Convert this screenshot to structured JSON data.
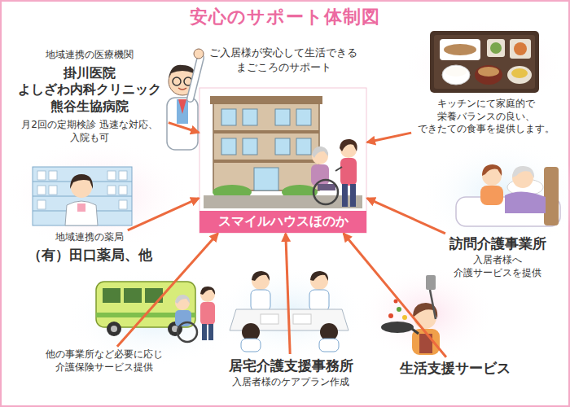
{
  "diagram": {
    "title": "安心のサポート体制図",
    "nodes": [
      {
        "text": [
          "地域連携の医療機関",
          "掛川医院 よしざわ内科クリニック 熊谷生協病院",
          "月2回の定期検診 迅速な対応、入院も可"
        ]
      },
      {
        "text": [
          "キッチンにて家庭的で 栄養バランスの良い、できたての食事を提供します。"
        ]
      },
      {
        "text": [
          "スマイルハウスほのか"
        ]
      },
      {
        "text": [
          "地域連携の薬局",
          "（有）田口薬局、他"
        ]
      },
      {
        "text": [
          "訪問介護事業所",
          "入居者様へ 介護サービスを提供"
        ]
      },
      {
        "text": [
          "他の事業所など必要に応じ 介護保険サービス提供"
        ]
      },
      {
        "text": [
          "居宅介護支援事務所",
          "入居者様のケアプラン作成"
        ]
      },
      {
        "text": [
          "生活支援サービス"
        ]
      }
    ],
    "edges": [
      {
        "from": 0,
        "to": 2,
        "arrow": "to"
      },
      {
        "from": 1,
        "to": 2,
        "arrow": "to"
      },
      {
        "from": 3,
        "to": 2,
        "arrow": "to"
      },
      {
        "from": 4,
        "to": 2,
        "arrow": "to"
      },
      {
        "from": 5,
        "to": 2,
        "arrow": "to"
      },
      {
        "from": 6,
        "to": 2,
        "arrow": "to"
      },
      {
        "from": 7,
        "to": 2,
        "arrow": "to"
      }
    ],
    "labels": [
      "ご入居様が安心して生活できる まごころのサポート"
    ]
  }
}
